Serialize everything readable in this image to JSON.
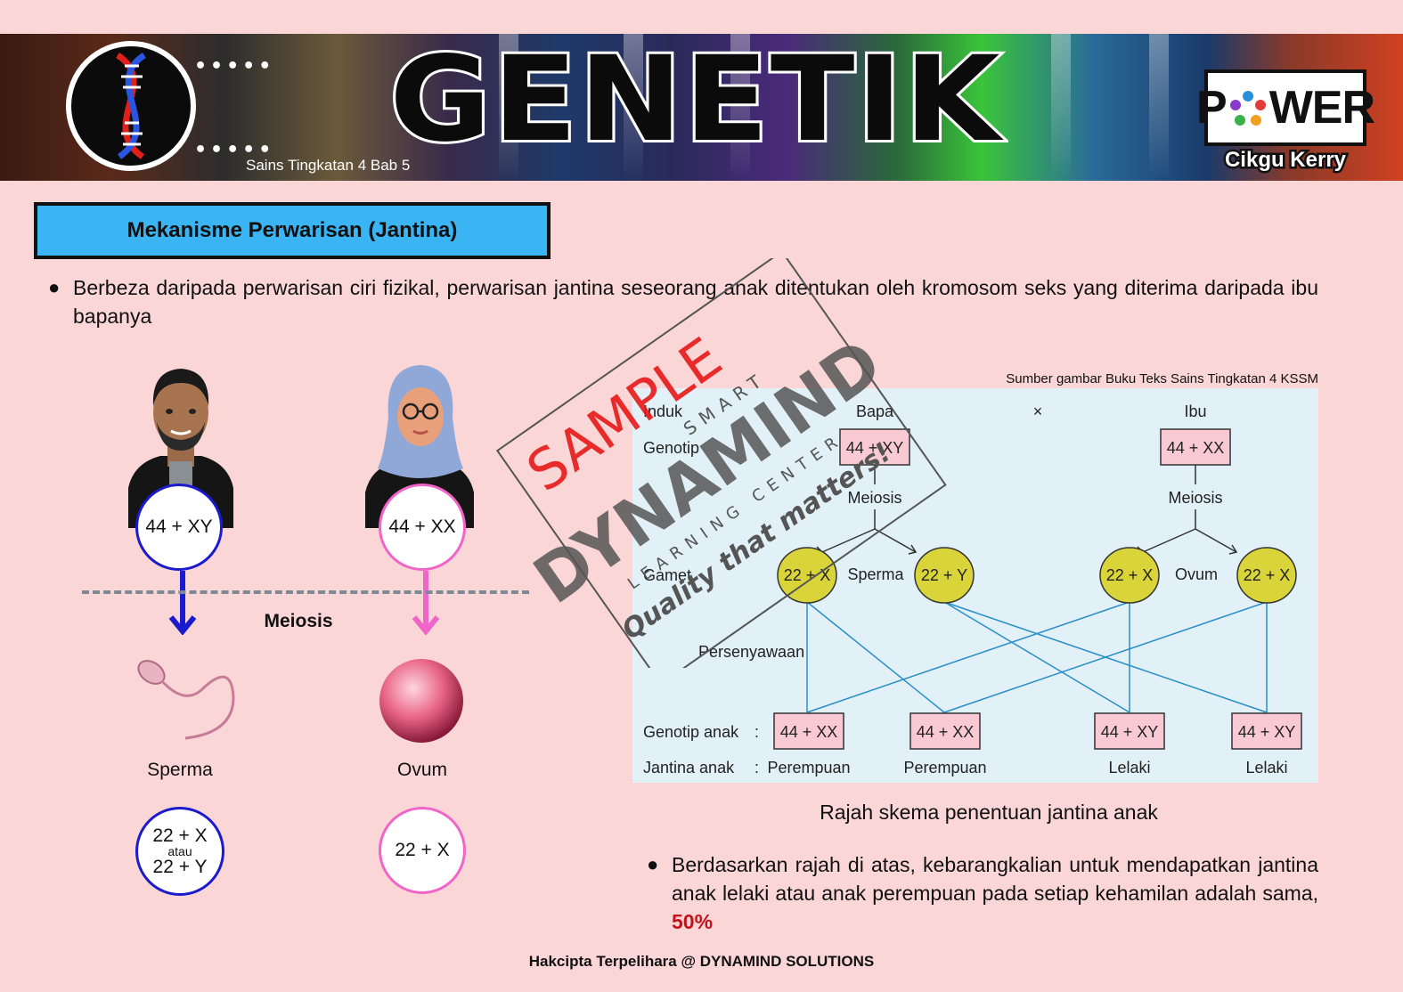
{
  "header": {
    "title": "GENETIK",
    "subtitle": "Sains Tingkatan 4 Bab 5",
    "brand": "P  WER",
    "brand_author": "Cikgu Kerry"
  },
  "section": {
    "title": "Mekanisme Perwarisan (Jantina)"
  },
  "intro_text": "Berbeza daripada perwarisan ciri fizikal, perwarisan jantina seseorang anak ditentukan oleh kromosom seks yang diterima daripada ibu bapanya",
  "left_figure": {
    "father_chromosome": "44 + XY",
    "mother_chromosome": "44 + XX",
    "process_label": "Meiosis",
    "sperm_label": "Sperma",
    "ovum_label": "Ovum",
    "sperm_gamete_line1": "22 + X",
    "sperm_gamete_or": "atau",
    "sperm_gamete_line2": "22 + Y",
    "ovum_gamete": "22 + X"
  },
  "diagram": {
    "source": "Sumber gambar Buku Teks Sains Tingkatan 4 KSSM",
    "row_parent": "Induk",
    "row_genotype": "Genotip",
    "row_gamete": "Gamet",
    "row_fertilisation": "Persenyawaan",
    "row_child_genotype": "Genotip anak",
    "row_child_gender": "Jantina anak",
    "colon": ":",
    "father": "Bapa",
    "cross": "×",
    "mother": "Ibu",
    "father_genotype": "44 + XY",
    "mother_genotype": "44 + XX",
    "meiosis": "Meiosis",
    "sperm": "Sperma",
    "ovum": "Ovum",
    "gametes": [
      "22 + X",
      "22 + Y",
      "22 + X",
      "22 + X"
    ],
    "children": [
      {
        "genotype": "44 + XX",
        "gender": "Perempuan"
      },
      {
        "genotype": "44 + XX",
        "gender": "Perempuan"
      },
      {
        "genotype": "44 + XY",
        "gender": "Lelaki"
      },
      {
        "genotype": "44 + XY",
        "gender": "Lelaki"
      }
    ],
    "caption": "Rajah skema penentuan jantina anak"
  },
  "conclusion": {
    "text": "Berdasarkan rajah di atas, kebarangkalian untuk mendapatkan jantina anak lelaki atau anak perempuan pada setiap kehamilan adalah sama, ",
    "highlight": "50%"
  },
  "watermark": {
    "sample": "SAMPLE",
    "brand": "DYNAMIND",
    "tagline_top": "SMART",
    "tagline_bottom": "LEARNING CENTER",
    "slogan": "Quality that matters!"
  },
  "footer": "Hakcipta Terpelihara @ DYNAMIND SOLUTIONS",
  "colors": {
    "background": "#fbd6d6",
    "section_fill": "#3ab4f2",
    "male": "#1a1acf",
    "female": "#f065c8",
    "gamete_fill": "#d9d43a",
    "box_fill": "#f9c9d4",
    "highlight": "#c5121b"
  }
}
